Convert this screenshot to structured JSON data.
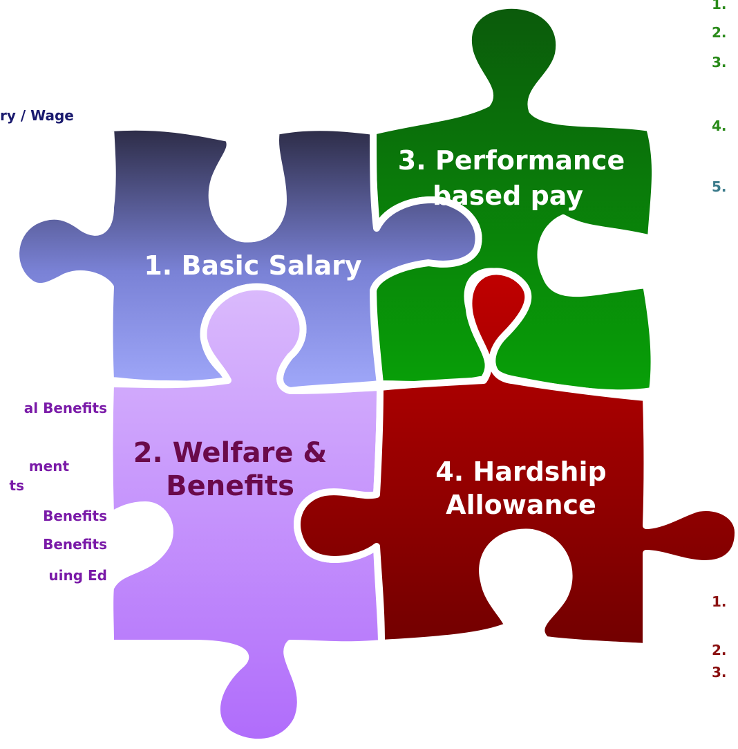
{
  "pieces": {
    "basic_salary": {
      "label": "1. Basic Salary",
      "color_top": "#2e2d4a",
      "color_bottom": "#9aa4f8"
    },
    "welfare": {
      "label_line1": "2. Welfare &",
      "label_line2": "Benefits",
      "color_top": "#d6b3fb",
      "color_bottom": "#b472fb",
      "text_color": "#6a0a4a"
    },
    "performance": {
      "label_line1": "3. Performance",
      "label_line2": "based pay",
      "color_top": "#0d640d",
      "color_bottom": "#0aa00a"
    },
    "hardship": {
      "label_line1": "4. Hardship",
      "label_line2": "Allowance",
      "color_top": "#c00000",
      "color_bottom": "#7a0000"
    }
  },
  "left_top_text": "ry / Wage",
  "left_benefits_list": [
    "al Benefits",
    "ment",
    "ts",
    "Benefits",
    "Benefits",
    "uing Ed"
  ],
  "right_top_numbers": [
    "1.",
    "2.",
    "3.",
    "4.",
    "5."
  ],
  "right_bottom_numbers": [
    "1.",
    "2.",
    "3."
  ],
  "colors": {
    "navy": "#1a1a6e",
    "purple": "#7a1aa8",
    "green": "#2a8a1a",
    "teal": "#3a7a8a",
    "maroon": "#8a1010"
  }
}
